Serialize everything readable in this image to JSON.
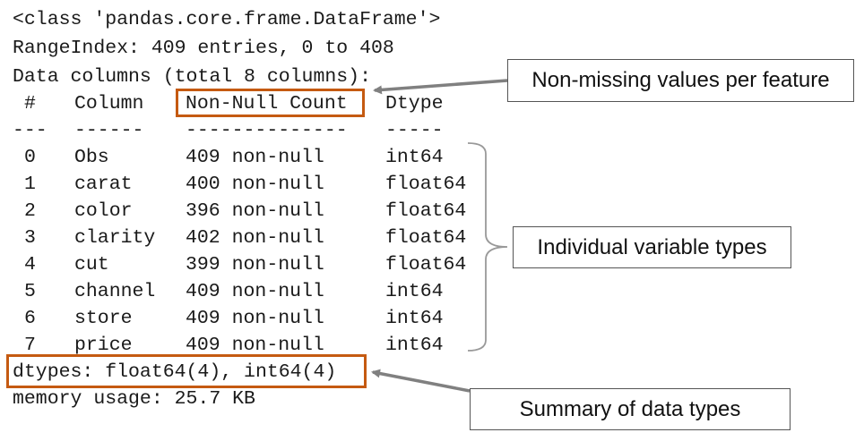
{
  "info": {
    "class_line": "<class 'pandas.core.frame.DataFrame'>",
    "range_index": "RangeIndex: 409 entries, 0 to 408",
    "columns_summary": "Data columns (total 8 columns):",
    "headers": {
      "num": "#",
      "column": "Column",
      "non_null": "Non-Null Count",
      "dtype": "Dtype"
    },
    "dashes": {
      "num": "---",
      "column": "------",
      "non_null": "--------------",
      "dtype": "-----"
    },
    "rows": [
      {
        "num": "0",
        "column": "Obs",
        "count": "409 non-null",
        "dtype": "int64"
      },
      {
        "num": "1",
        "column": "carat",
        "count": "400 non-null",
        "dtype": "float64"
      },
      {
        "num": "2",
        "column": "color",
        "count": "396 non-null",
        "dtype": "float64"
      },
      {
        "num": "3",
        "column": "clarity",
        "count": "402 non-null",
        "dtype": "float64"
      },
      {
        "num": "4",
        "column": "cut",
        "count": "399 non-null",
        "dtype": "float64"
      },
      {
        "num": "5",
        "column": "channel",
        "count": "409 non-null",
        "dtype": "int64"
      },
      {
        "num": "6",
        "column": "store",
        "count": "409 non-null",
        "dtype": "int64"
      },
      {
        "num": "7",
        "column": "price",
        "count": "409 non-null",
        "dtype": "int64"
      }
    ],
    "dtypes_line": "dtypes: float64(4), int64(4)",
    "memory_line": "memory usage: 25.7 KB"
  },
  "callouts": {
    "non_missing": "Non-missing values per feature",
    "variable_types": "Individual variable types",
    "summary_types": "Summary of data types"
  },
  "colors": {
    "highlight": "#c55a11",
    "callout_border": "#555555",
    "arrow": "#808080",
    "bracket": "#999999"
  }
}
